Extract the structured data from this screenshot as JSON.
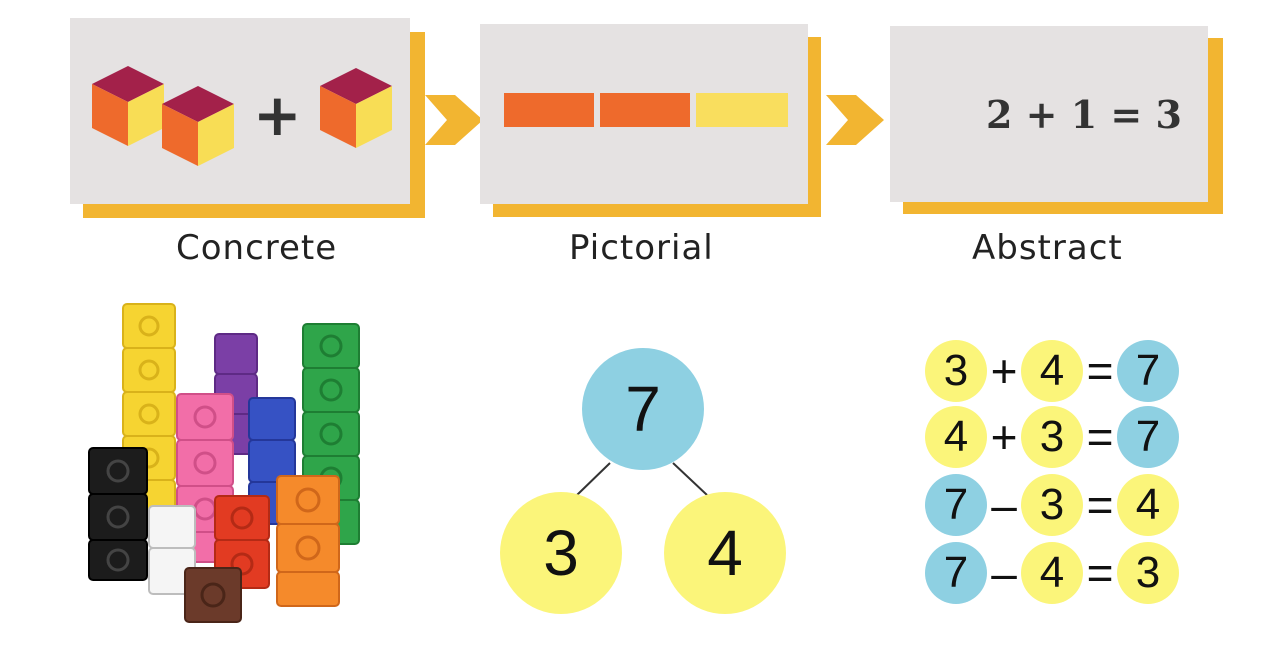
{
  "stages": {
    "concrete_label": "Concrete",
    "pictorial_label": "Pictorial",
    "abstract_label": "Abstract",
    "abstract_equation": "2 + 1 = 3"
  },
  "concrete_panel": {
    "plus_sign": "+"
  },
  "number_bond": {
    "whole": "7",
    "part_left": "3",
    "part_right": "4"
  },
  "fact_family": [
    {
      "a": "3",
      "op": "+",
      "b": "4",
      "eq": "=",
      "c": "7"
    },
    {
      "a": "4",
      "op": "+",
      "b": "3",
      "eq": "=",
      "c": "7"
    },
    {
      "a": "7",
      "op": "–",
      "b": "3",
      "eq": "=",
      "c": "4"
    },
    {
      "a": "7",
      "op": "–",
      "b": "4",
      "eq": "=",
      "c": "3"
    }
  ],
  "colors": {
    "panel_bg": "#E5E2E2",
    "panel_shadow": "#F2B531",
    "cube_top": "#A3214A",
    "cube_left": "#EE6A2C",
    "cube_right": "#F8DD55",
    "bar_orange": "#EE6A2C",
    "bar_yellow": "#F9DE5E",
    "circle_yellow": "#FBF57A",
    "circle_blue": "#8ED0E2"
  }
}
